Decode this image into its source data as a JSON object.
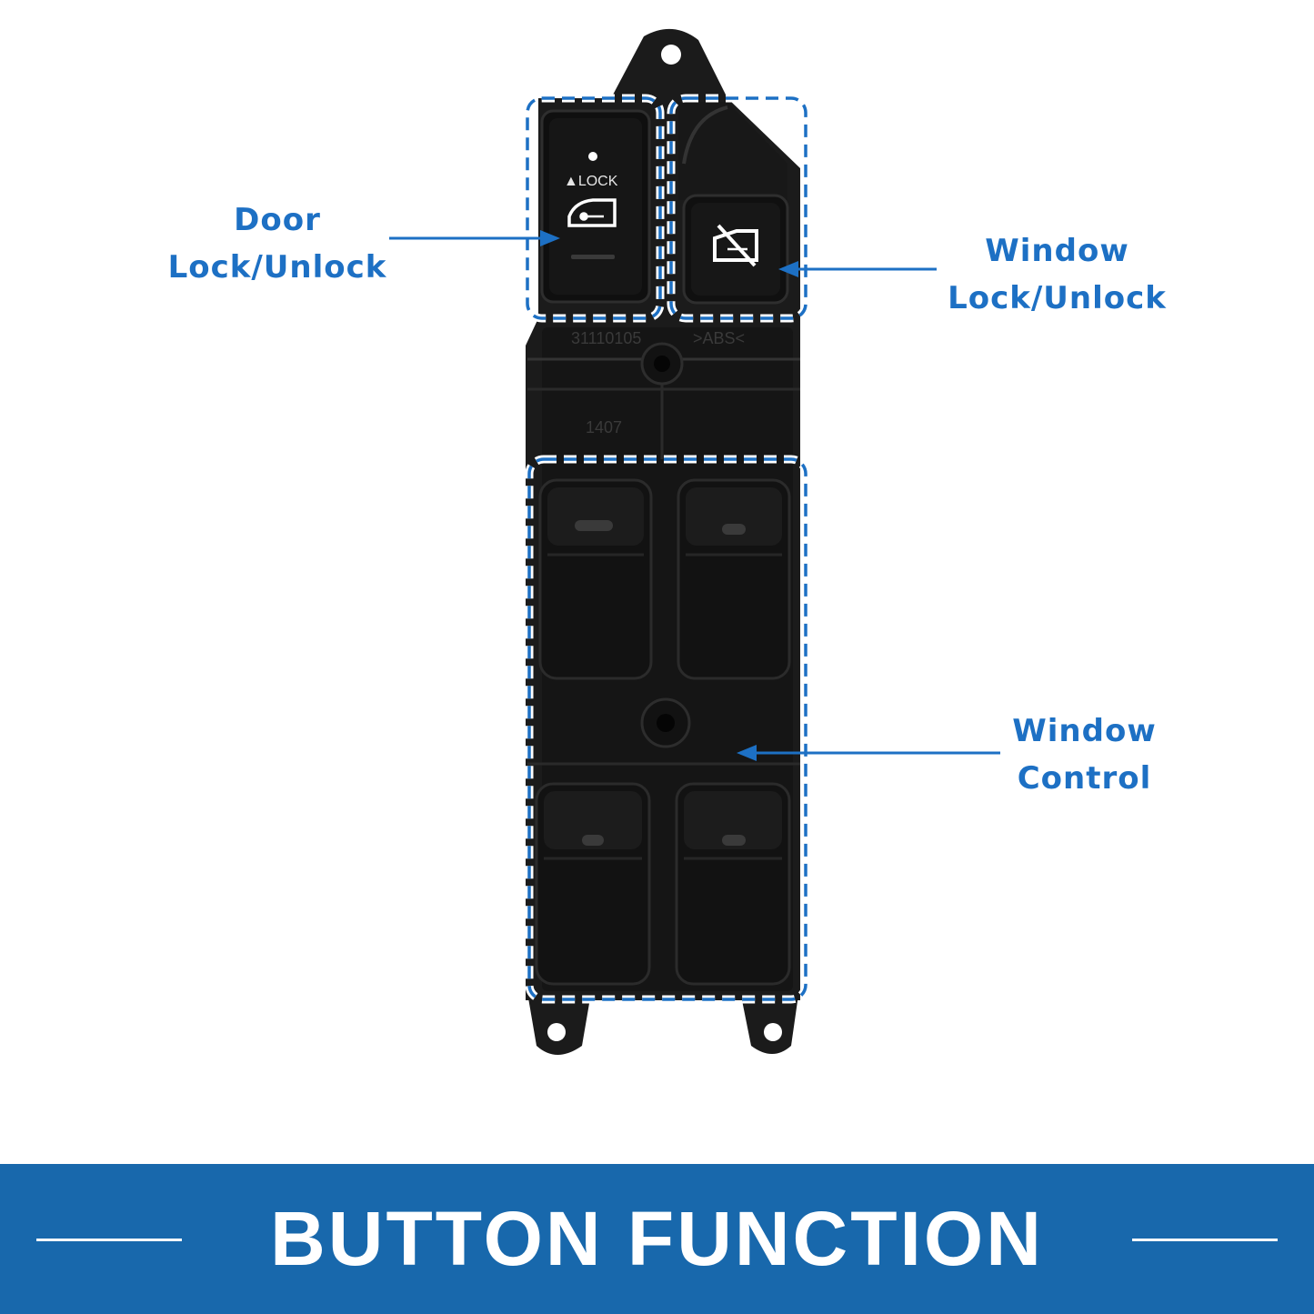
{
  "callouts": {
    "door_lock": {
      "line1": "Door",
      "line2": "Lock/Unlock"
    },
    "window_lock": {
      "line1": "Window",
      "line2": "Lock/Unlock"
    },
    "window_control": {
      "line1": "Window",
      "line2": "Control"
    }
  },
  "switch_labels": {
    "lock": "▲LOCK",
    "part_number": "31110105",
    "material": ">ABS<",
    "date_code": "1407"
  },
  "banner": {
    "title": "BUTTON FUNCTION"
  },
  "colors": {
    "accent_blue": "#1d70c4",
    "banner_blue": "#1868ac",
    "switch_body": "#1b1b1b",
    "background": "#ffffff"
  },
  "icons": [
    "door-lock-icon",
    "window-lock-icon"
  ]
}
